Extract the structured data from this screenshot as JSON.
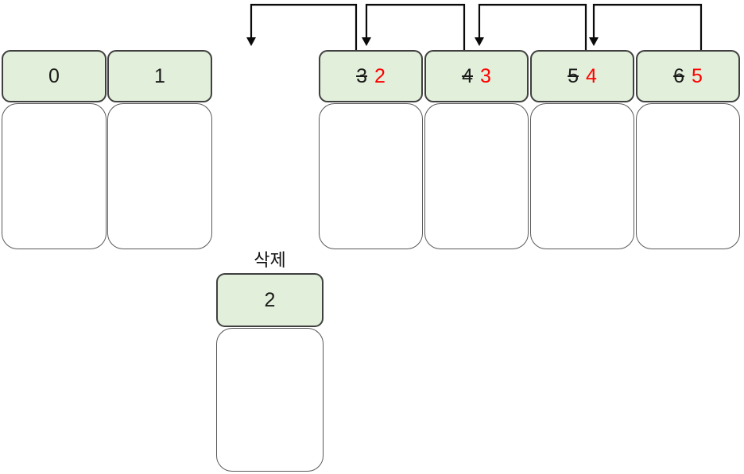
{
  "colors": {
    "header_fill": "#e2efda",
    "header_border": "#404040",
    "body_border": "#595959",
    "arrow": "#0a0a0a",
    "old_index_color": "#1a1a1a",
    "new_index_color": "#ff0000"
  },
  "left_cells": [
    {
      "index": "0"
    },
    {
      "index": "1"
    }
  ],
  "shifted_cells": [
    {
      "old_index": "3",
      "new_index": "2"
    },
    {
      "old_index": "4",
      "new_index": "3"
    },
    {
      "old_index": "5",
      "new_index": "4"
    },
    {
      "old_index": "6",
      "new_index": "5"
    }
  ],
  "deleted_cell": {
    "label": "삭제",
    "index": "2"
  }
}
